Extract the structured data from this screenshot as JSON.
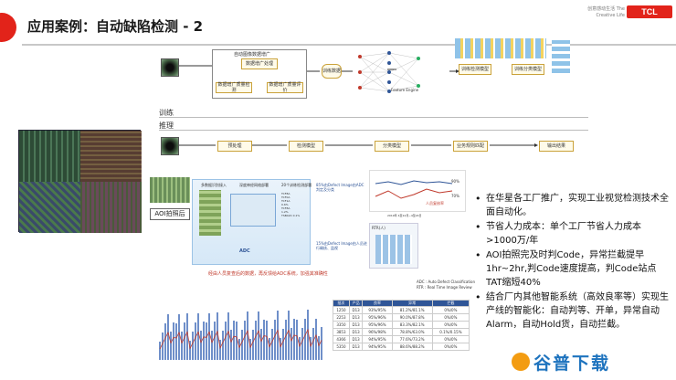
{
  "title": "应用案例：自动缺陷检测 - 2",
  "brand": {
    "slogan": "创意感动生活 The Creative Life",
    "logo": "TCL",
    "accent": "#e2231a"
  },
  "sections": {
    "train_label": "训练",
    "infer_label": "推理"
  },
  "train_flow": {
    "cluster_label": "自动图像数据增广",
    "box1": "数据增广处理",
    "box2": "数据增广质量检测",
    "box3": "数据增广质量评价",
    "db_label": "训练数据",
    "net_caption": "Feature Engine",
    "step1": "训练检测模型",
    "step2": "训练分类模型"
  },
  "infer_flow": [
    "预处理",
    "检测模型",
    "分类模型",
    "业务规则匹配",
    "输出结果"
  ],
  "aoi_label": "AOI拍照后",
  "adc": {
    "left_title": "多数据识别接入",
    "mid_title": "深度神经网络部署",
    "right_title": "20个训练检测部署",
    "center_label": "ADC",
    "stats": [
      "TCF8A",
      "TCF0A",
      "TCF1A",
      "0.6%",
      "TCF8A",
      "1.2%",
      "TSB42C 0.1%"
    ],
    "note85": "85%由Defect Image由ADC 判定及分类",
    "note15": "15%由Defect Image由人员进行确核、监视",
    "bottom_note": "经由人员复查后的数据，再反馈给ADC系统，加强其准确性",
    "chart_label_90": "90%",
    "chart_label_70": "70%",
    "chart_legend": "人员复核率",
    "chart_footer": "2019年 4至12月~4至24日",
    "rtr_title": "RTR(人)",
    "legend_adc": "ADC : Auto Defect Classification",
    "legend_rtr": "RTR : Real Time Image Review"
  },
  "bullets": [
    "在华星各工厂推广，实现工业视觉检测技术全面自动化。",
    "节省人力成本：单个工厂节省人力成本>1000万/年",
    "AOI拍照完及时判Code，异常拦截提早1hr~2hr,判Code速度提高，判Code站点TAT缩短40%",
    "结合厂内其他智能系统（高效良率等）实现生产线的智能化：自动判等、开单，异常自动Alarm，自动Hold货，自动拦截。"
  ],
  "table": {
    "headers": [
      "批次",
      "产品",
      "良率",
      "异常",
      "拦截"
    ],
    "rows": [
      [
        "1250",
        "D13",
        "93%/95%",
        "81.2%/81.1%",
        "0%/0%"
      ],
      [
        "2253",
        "D13",
        "95%/96%",
        "90.0%/87.8%",
        "0%/0%"
      ],
      [
        "3350",
        "D13",
        "95%/96%",
        "83.3%/82.1%",
        "0%/0%"
      ],
      [
        "3853",
        "D13",
        "96%/98%",
        "78.8%/63.0%",
        "0.1%/0.15%"
      ],
      [
        "4366",
        "D13",
        "94%/95%",
        "77.6%/73.2%",
        "0%/0%"
      ],
      [
        "5350",
        "D13",
        "94%/95%",
        "88.6%/88.2%",
        "0%/0%"
      ]
    ]
  },
  "watermark": "谷普下载"
}
